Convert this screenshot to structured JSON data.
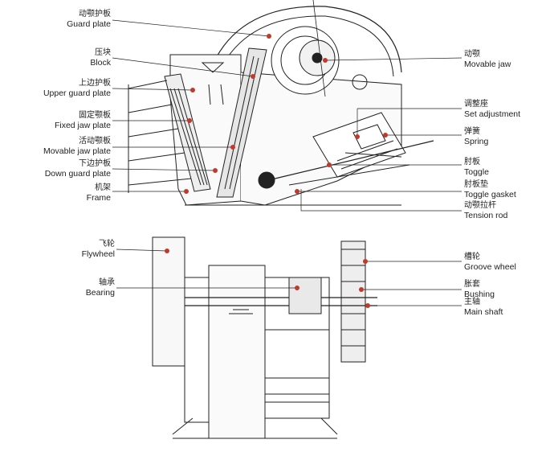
{
  "diagram": {
    "callouts_top_left": [
      {
        "cn": "动颚护板",
        "en": "Guard plate"
      },
      {
        "cn": "压块",
        "en": "Block"
      },
      {
        "cn": "上边护板",
        "en": "Upper guard plate"
      },
      {
        "cn": "固定颚板",
        "en": "Fixed jaw plate"
      },
      {
        "cn": "活动颚板",
        "en": "Movable jaw plate"
      },
      {
        "cn": "下边护板",
        "en": "Down guard plate"
      },
      {
        "cn": "机架",
        "en": "Frame"
      }
    ],
    "callouts_top_right": [
      {
        "cn": "动颚",
        "en": "Movable jaw"
      },
      {
        "cn": "调整座",
        "en": "Set adjustment"
      },
      {
        "cn": "弹簧",
        "en": "Spring"
      },
      {
        "cn": "肘板",
        "en": "Toggle"
      },
      {
        "cn": "肘板垫",
        "en": "Toggle gasket"
      },
      {
        "cn": "动颚拉杆",
        "en": "Tension rod"
      }
    ],
    "callouts_bottom_left": [
      {
        "cn": "飞轮",
        "en": "Flywheel"
      },
      {
        "cn": "轴承",
        "en": "Bearing"
      }
    ],
    "callouts_bottom_right": [
      {
        "cn": "槽轮",
        "en": "Groove wheel"
      },
      {
        "cn": "胀套",
        "en": "Bushing"
      },
      {
        "cn": "主轴",
        "en": "Main shaft"
      }
    ],
    "colors": {
      "line": "#222222",
      "marker": "#c0392b",
      "fill": "#f4f4f4"
    }
  }
}
